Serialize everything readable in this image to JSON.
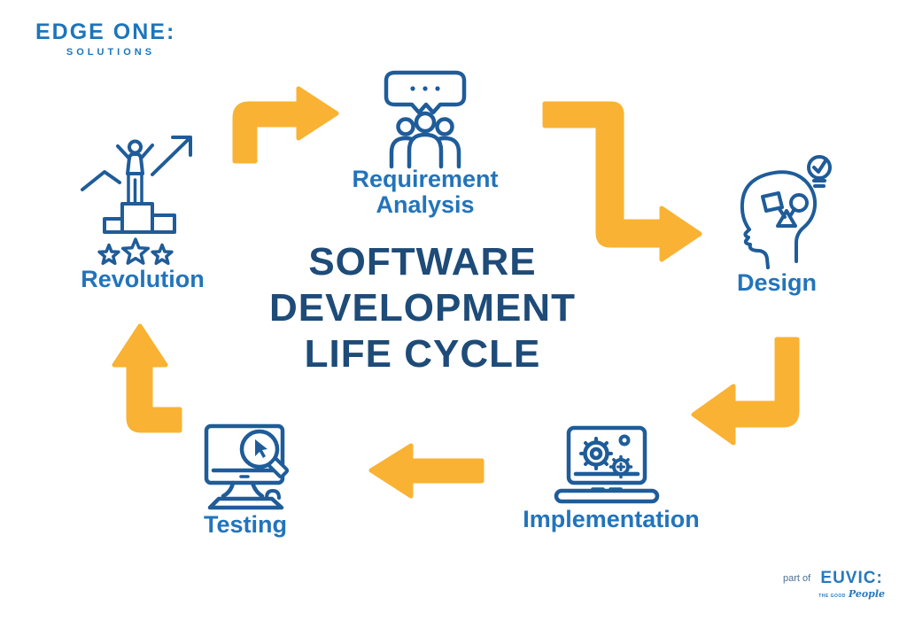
{
  "brand": {
    "logo_line1": "EDGE ONE:",
    "logo_line2": "SOLUTIONS"
  },
  "title": {
    "line1": "SOFTWARE",
    "line2": "DEVELOPMENT",
    "line3": "LIFE CYCLE"
  },
  "stages": [
    {
      "id": "requirement-analysis",
      "label_line1": "Requirement",
      "label_line2": "Analysis",
      "icon": "speech-bubble-people-icon"
    },
    {
      "id": "design",
      "label": "Design",
      "icon": "head-idea-bulb-icon"
    },
    {
      "id": "implementation",
      "label": "Implementation",
      "icon": "laptop-gears-icon"
    },
    {
      "id": "testing",
      "label": "Testing",
      "icon": "monitor-magnifier-icon"
    },
    {
      "id": "revolution",
      "label": "Revolution",
      "icon": "podium-winner-icon"
    }
  ],
  "cycle_order": [
    "Requirement Analysis",
    "Design",
    "Implementation",
    "Testing",
    "Revolution"
  ],
  "footer": {
    "part_of": "part of",
    "partner": "EUVIC:",
    "tagline_prefix": "THE GOOD",
    "tagline_script": "People"
  },
  "colors": {
    "arrow": "#F9B233",
    "label": "#2274BB",
    "icon_stroke": "#1F5C99",
    "title": "#1E4B78",
    "logo": "#1C75BC",
    "background": "#FFFFFF"
  }
}
